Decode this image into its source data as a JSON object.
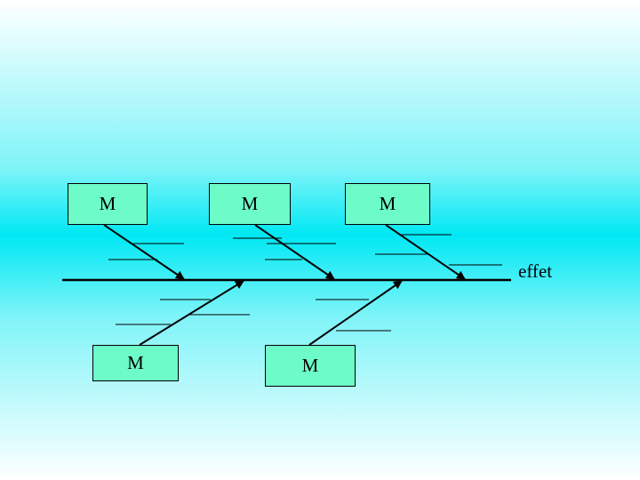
{
  "diagram": {
    "effect_label": "effet",
    "top_categories": [
      "M",
      "M",
      "M"
    ],
    "bottom_categories": [
      "M",
      "M"
    ],
    "colors": {
      "box_fill": "#6dfcc8",
      "background_mid": "#00e8f4",
      "background_edge": "#ffffff",
      "line": "#000000"
    }
  }
}
